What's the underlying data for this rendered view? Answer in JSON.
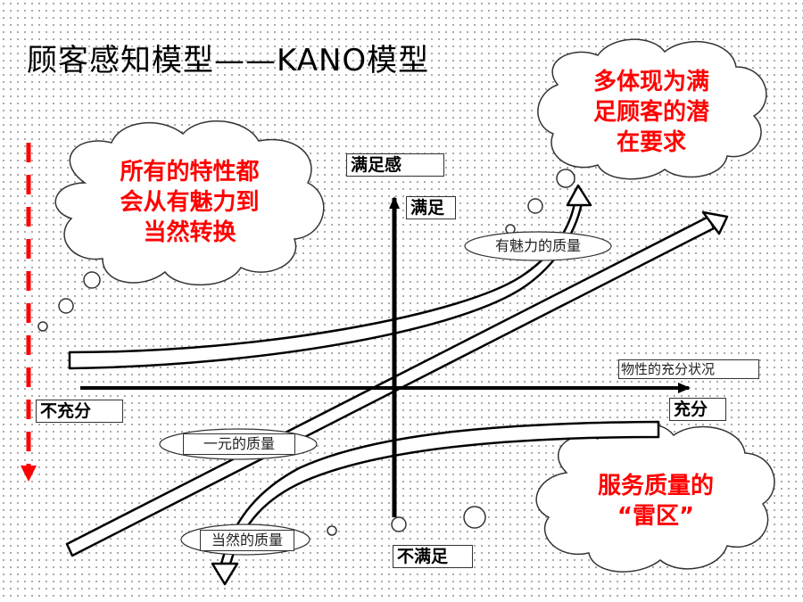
{
  "title": "顾客感知模型——KANO模型",
  "clouds": {
    "left_lines": [
      "所有的特性都",
      "会从有魅力到",
      "当然转换"
    ],
    "top_right_lines": [
      "多体现为满",
      "足顾客的潜",
      "在要求"
    ],
    "bottom_right_lines": [
      "服务质量的",
      "“雷区”"
    ]
  },
  "axes": {
    "y_top_label": "满足感",
    "y_upper_label": "满足",
    "y_bottom_label": "不满足",
    "x_title": "物性的充分状况",
    "x_right_label": "充分",
    "x_left_label": "不充分"
  },
  "curves": {
    "attractive": "有魅力的质量",
    "one_dimensional": "一元的质量",
    "must_be": "当然的质量"
  },
  "colors": {
    "cloud_text": "#ff0000",
    "dashed_arrow": "#ff0000",
    "axis": "#000000"
  }
}
